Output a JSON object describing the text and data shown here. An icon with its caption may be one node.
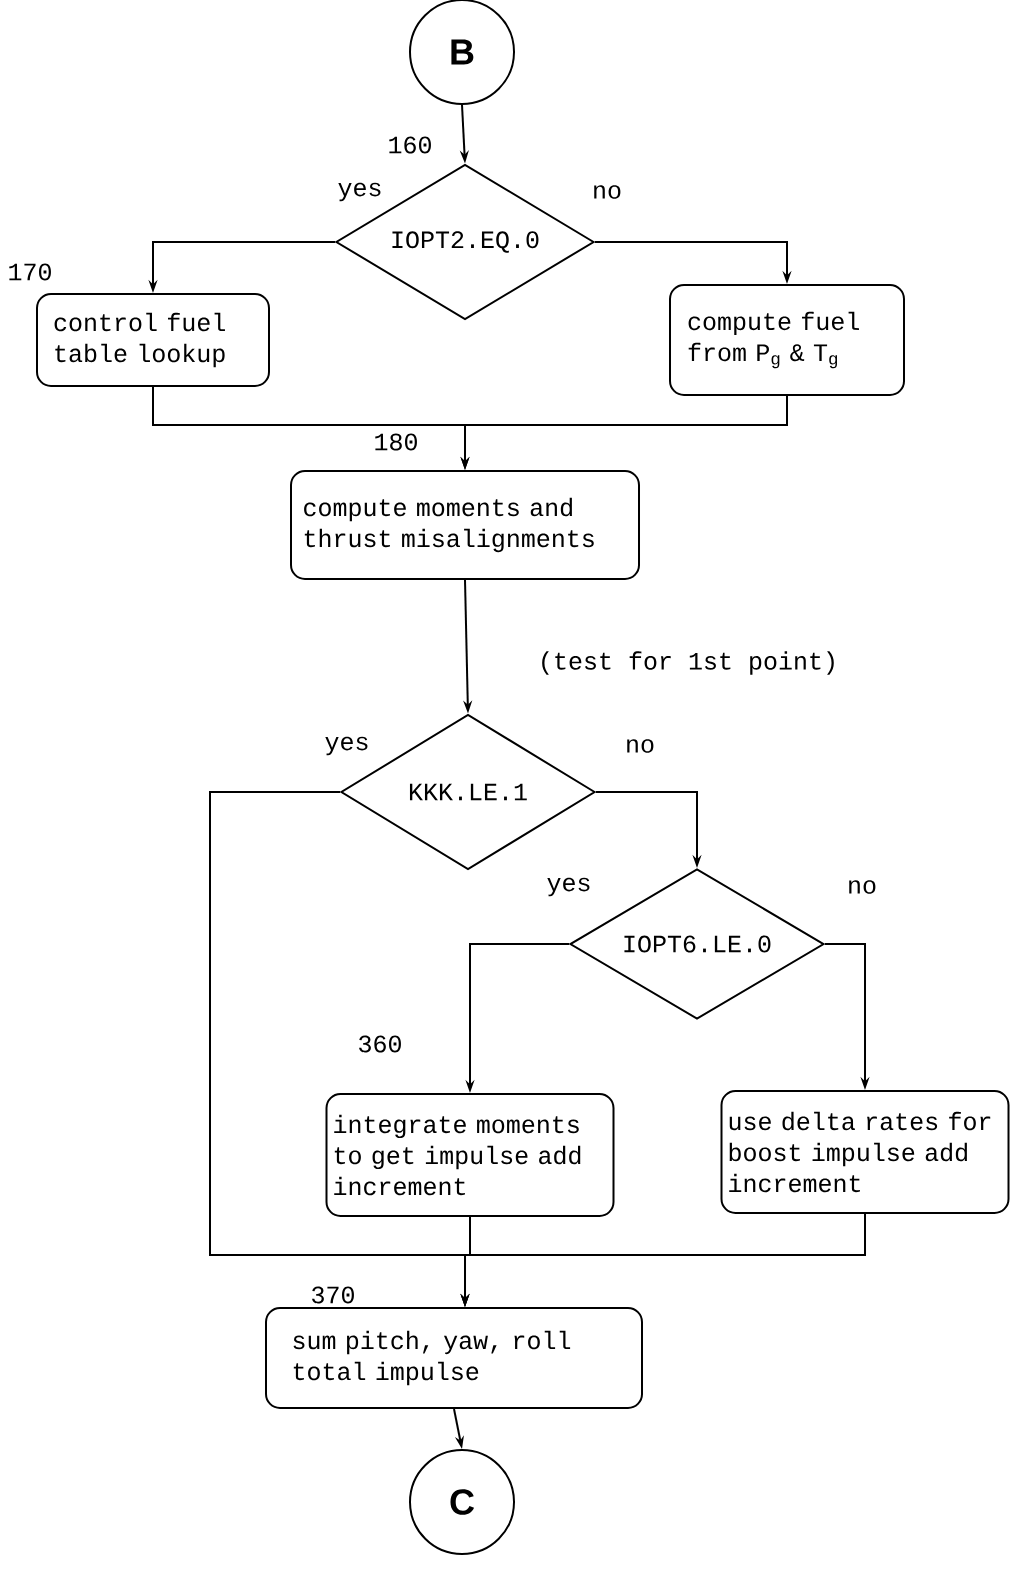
{
  "diagram": {
    "nodes": [
      {
        "text": [
          "B"
        ]
      },
      {
        "text": [
          "IOPT2.EQ.0"
        ]
      },
      {
        "text": [
          "control fuel table lookup"
        ]
      },
      {
        "text": [
          "compute fuel from P$_{g}$ & T$_{g}$"
        ]
      },
      {
        "text": [
          "compute moments and thrust misalignments"
        ]
      },
      {
        "text": [
          "KKK.LE.1"
        ]
      },
      {
        "text": [
          "IOPT6.LE.0"
        ]
      },
      {
        "text": [
          "integrate moments to get impulse add increment"
        ]
      },
      {
        "text": [
          "use delta rates for boost impulse add increment"
        ]
      },
      {
        "text": [
          "sum pitch, yaw, roll total impulse"
        ]
      },
      {
        "text": [
          "C"
        ]
      }
    ],
    "edges": [
      {
        "from": 0,
        "to": 1,
        "arrow": "to"
      },
      {
        "from": 1,
        "to": 2,
        "arrow": "to",
        "label": "yes"
      },
      {
        "from": 1,
        "to": 3,
        "arrow": "to",
        "label": "no"
      },
      {
        "from": 2,
        "to": 4,
        "arrow": "to"
      },
      {
        "from": 3,
        "to": 4,
        "arrow": "to"
      },
      {
        "from": 4,
        "to": 5,
        "arrow": "to"
      },
      {
        "from": 5,
        "to": 9,
        "arrow": "to",
        "label": "yes"
      },
      {
        "from": 5,
        "to": 6,
        "arrow": "to",
        "label": "no"
      },
      {
        "from": 6,
        "to": 7,
        "arrow": "to",
        "label": "yes"
      },
      {
        "from": 6,
        "to": 8,
        "arrow": "to",
        "label": "no"
      },
      {
        "from": 7,
        "to": 9,
        "arrow": "to"
      },
      {
        "from": 8,
        "to": 9,
        "arrow": "to"
      },
      {
        "from": 9,
        "to": 10,
        "arrow": "to"
      }
    ],
    "labels": [
      "160",
      "170",
      "180",
      "(test for 1st point)",
      "360",
      "370"
    ]
  }
}
